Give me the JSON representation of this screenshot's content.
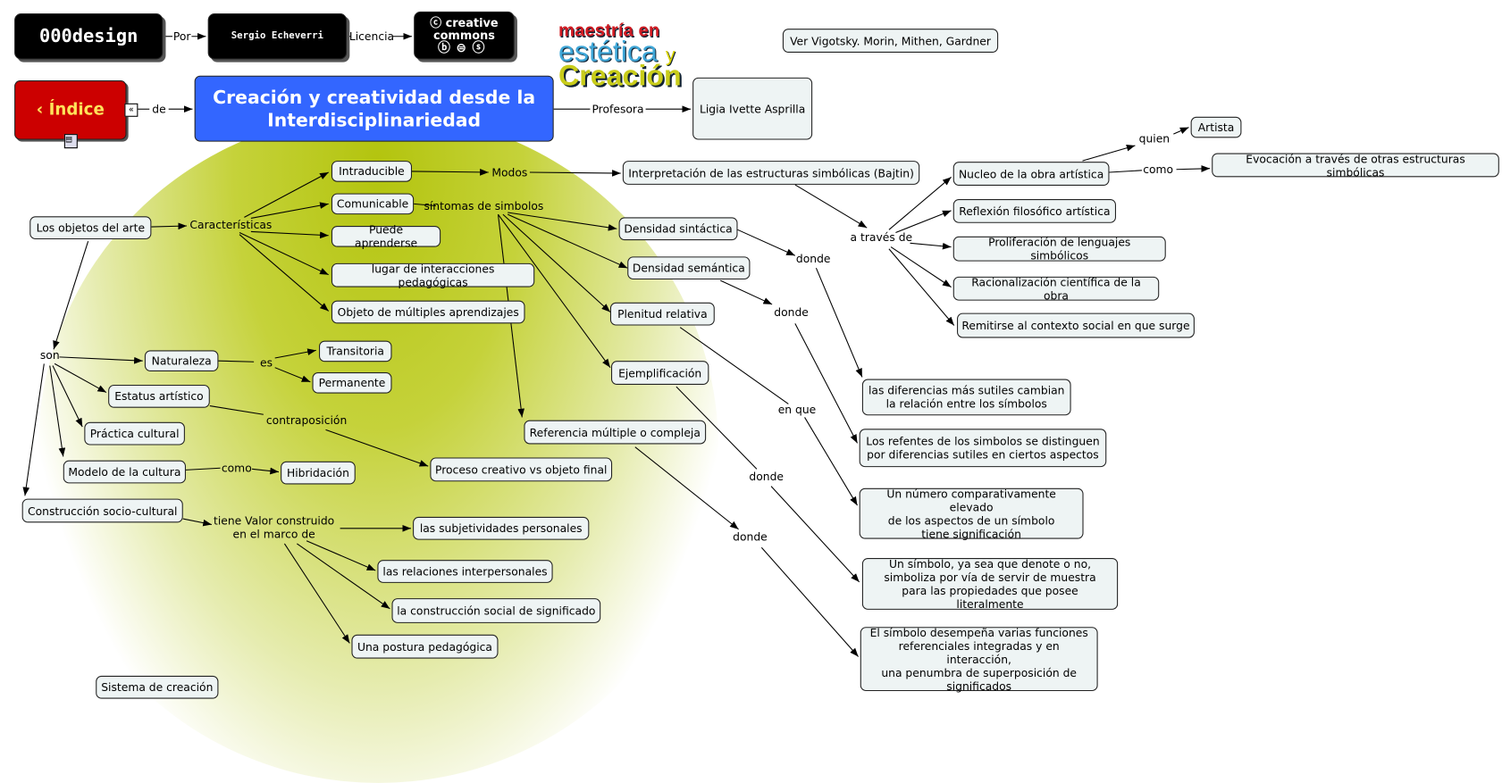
{
  "header": {
    "author_brand": "000design",
    "author": "Sergio Echeverri",
    "license_logo": "creative commons BY = $",
    "program_logo": "Maestría en estética y Creación",
    "index": "Índice",
    "title": "Creación y creatividad desde la Interdisciplinariedad",
    "professor": "Ligia Ivette Asprilla",
    "note": "Ver Vigotsky. Morin, Mithen, Gardner"
  },
  "colors": {
    "title_bg": "#3366ff",
    "index_bg": "#cc0000",
    "index_text": "#ffe35a",
    "node_bg": "#eef4f4",
    "blob": "#b3c40e"
  },
  "concepts": {
    "intraducible": "Intraducible",
    "comunicable": "Comunicable",
    "aprenderse": "Puede aprenderse",
    "lugar": "lugar de interacciones pedagógicas",
    "objeto": "Objeto de múltiples aprendizajes",
    "objetos": "Los objetos del arte",
    "interpretacion": "Interpretación de las estructuras simbólicas (Bajtin)",
    "sintactica": "Densidad sintáctica",
    "semantica": "Densidad semántica",
    "plenitud": "Plenitud relativa",
    "ejemplificacion": "Ejemplificación",
    "referencia": "Referencia múltiple o compleja",
    "naturaleza": "Naturaleza",
    "transitoria": "Transitoria",
    "permanente": "Permanente",
    "estatus": "Estatus artístico",
    "practica": "Práctica cultural",
    "modelo": "Modelo de la cultura",
    "hibridacion": "Hibridación",
    "proceso": "Proceso creativo vs objeto final",
    "construccion": "Construcción socio-cultural",
    "subjetividades": "las subjetividades personales",
    "relaciones": "las relaciones interpersonales",
    "construccion_social": "la construcción social de significado",
    "postura": "Una postura pedagógica",
    "sistema": "Sistema de creación",
    "nucleo": "Nucleo de la obra artística",
    "artista": "Artista",
    "evocacion": "Evocación a través de otras estructuras simbólicas",
    "reflexion": "Reflexión filosófico artística",
    "proliferacion": "Proliferación de lenguajes simbólicos",
    "racionalizacion": "Racionalización científica de la obra",
    "remitirse": "Remitirse al contexto social en que surge",
    "diferencias": "las diferencias más sutiles cambian\nla relación entre los símbolos",
    "refentes": "Los refentes de los simbolos se distinguen\npor diferencias sutiles en ciertos aspectos",
    "numero": "Un número comparativamente elevado\nde los aspectos de un símbolo\ntiene significación",
    "simbolo": "Un símbolo, ya sea que denote o no,\nsimboliza por vía de servir de muestra\npara las propiedades que posee literalmente",
    "desempena": "El símbolo desempeña varias funciones\nreferenciales integradas y en interacción,\nuna penumbra de superposición de\nsignificados"
  },
  "links": {
    "por": "Por",
    "licencia": "Licencia",
    "de": "de",
    "profesora": "Profesora",
    "caracteristicas": "Características",
    "modos": "Modos",
    "sintomas": "síntomas de simbolos",
    "traves": "a través de",
    "quien": "quien",
    "como1": "como",
    "donde1": "donde",
    "donde2": "donde",
    "enque": "en que",
    "donde3": "donde",
    "donde4": "donde",
    "son": "son",
    "es": "es",
    "contraposicion": "contraposición",
    "como2": "como",
    "tiene": "tiene Valor construido\nen el marco de"
  }
}
